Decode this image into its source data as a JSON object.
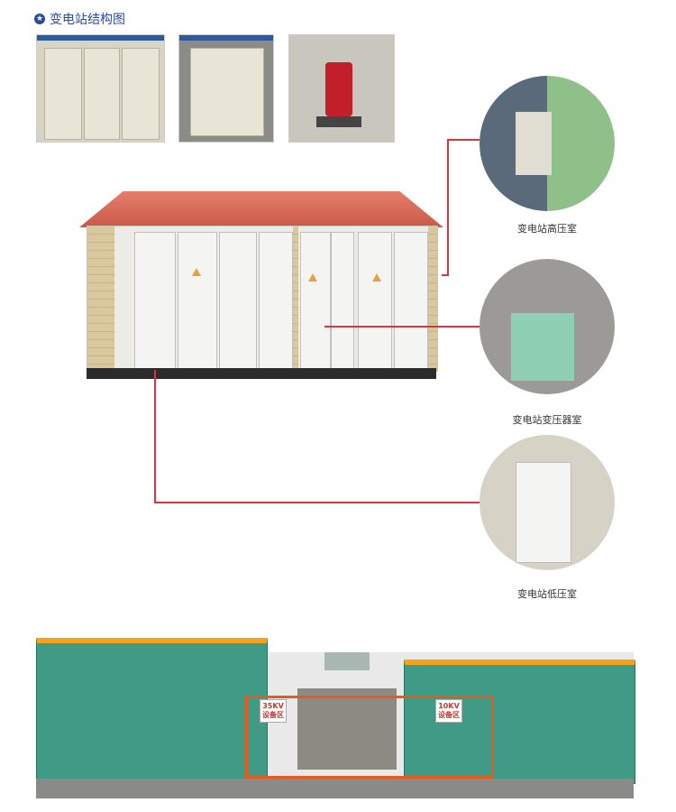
{
  "section_title": "变电站结构图",
  "captions": {
    "high_voltage": "变电站高压室",
    "transformer": "变电站变压器室",
    "low_voltage": "变电站低压室"
  },
  "bottom_photo": {
    "sign_35kv_line1": "35KV",
    "sign_35kv_line2": "设备区",
    "sign_10kv_line1": "10KV",
    "sign_10kv_line2": "设备区"
  },
  "colors": {
    "title": "#2b4a9a",
    "callout_line": "#d9343f"
  }
}
